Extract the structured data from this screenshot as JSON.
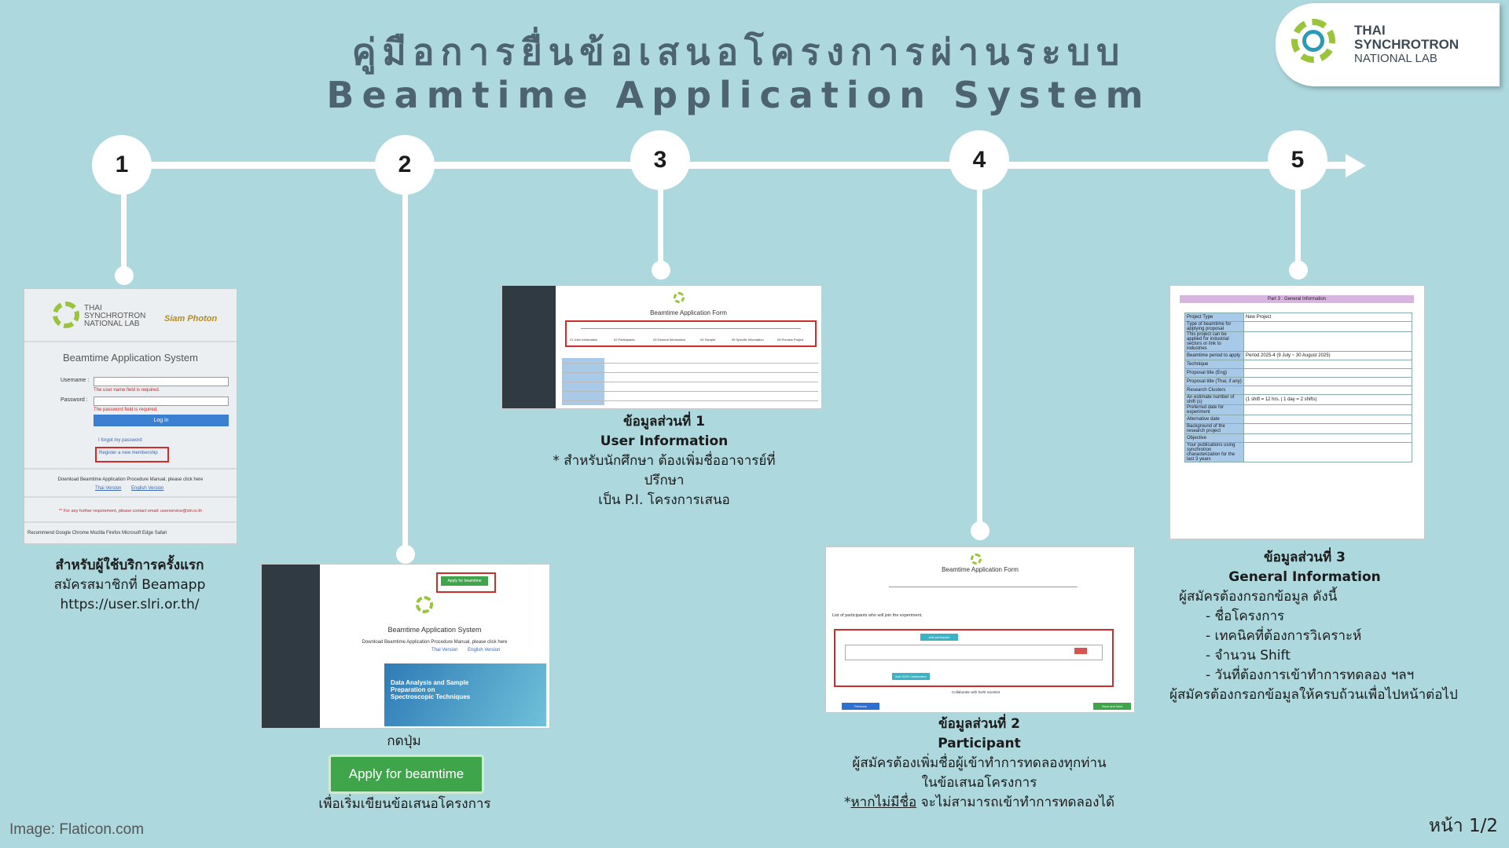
{
  "header": {
    "title_th": "คู่มือการยื่นข้อเสนอโครงการผ่านระบบ",
    "title_en": "Beamtime Application System"
  },
  "logo": {
    "line1": "THAI",
    "line2": "SYNCHROTRON",
    "line3": "NATIONAL LAB",
    "icon": "synchrotron-ring-logo"
  },
  "timeline": {
    "steps": [
      "1",
      "2",
      "3",
      "4",
      "5"
    ]
  },
  "step1": {
    "screenshot": {
      "brand": "THAI SYNCHROTRON NATIONAL LAB",
      "partner": "Siam Photon",
      "title": "Beamtime Application System",
      "username_label": "Username :",
      "password_label": "Password :",
      "username_error": "The user name field is required.",
      "password_error": "The password field is required.",
      "login_button": "Log in",
      "forgot_link": "I forgot my password",
      "register_link": "Register a new membership",
      "download_text": "Download Beamtime Application Procedure Manual, please click here",
      "thai_version": "Thai Version",
      "english_version": "English Version",
      "contact_text": "** For any further requirement, please contact email: userservice@slri.or.th",
      "browsers": "Recommend  Google Chrome  Mozilla Firefox  Microsoft Edge  Safari"
    },
    "caption_bold": "สำหรับผู้ใช้บริการครั้งแรก",
    "caption_line2": "สมัครสมาชิกที่ Beamapp",
    "caption_line3": "https://user.slri.or.th/"
  },
  "step2": {
    "screenshot": {
      "apply_button": "Apply for beamtime",
      "title": "Beamtime Application System",
      "download_text": "Download Beamtime Application Procedure Manual, please click here",
      "thai_version": "Thai Version",
      "english_version": "English Version",
      "banner_text": "Data Analysis and Sample Preparation on Spectroscopic Techniques"
    },
    "caption_top": "กดปุ่ม",
    "button_label": "Apply for beamtime",
    "caption_bottom": "เพื่อเริ่มเขียนข้อเสนอโครงการ"
  },
  "step3": {
    "screenshot": {
      "title": "Beamtime Application Form",
      "steps": [
        "01 User Information",
        "02 Participants",
        "03 General Information",
        "04 Sample",
        "05 Specific Information",
        "06 Preview Project"
      ]
    },
    "caption_bold1": "ข้อมูลส่วนที่ 1",
    "caption_bold2": "User Information",
    "caption_line3": "* สำหรับนักศึกษา ต้องเพิ่มชื่ออาจารย์ที่ปรึกษา",
    "caption_line4": "เป็น P.I. โครงการเสนอ"
  },
  "step4": {
    "screenshot": {
      "title": "Beamtime Application Form",
      "list_text": "List of participants who will join the experiment.",
      "add_participant": "Add participant",
      "collab_button": "Add SLRI Collaborator",
      "collab_text": "Collaborate with SLRI scientist",
      "previous": "Previous",
      "save_next": "Save and Next"
    },
    "caption_bold1": "ข้อมูลส่วนที่ 2",
    "caption_bold2": "Participant",
    "caption_line3": "ผู้สมัครต้องเพิ่มชื่อผู้เข้าทำการทดลองทุกท่าน",
    "caption_line4": "ในข้อเสนอโครงการ",
    "caption_line5_prefix": "*",
    "caption_line5_underline": "หากไม่มีชื่อ",
    "caption_line5_rest": " จะไม่สามารถเข้าทำการทดลองได้"
  },
  "step5": {
    "screenshot": {
      "header": "Part 3 : General Information",
      "rows": [
        {
          "label": "Project Type",
          "value": "New Project"
        },
        {
          "label": "Type of beamtime for applying proposal",
          "value": ""
        },
        {
          "label": "This project can be applied for industrial sectors or link to industries",
          "value": ""
        },
        {
          "label": "Beamtime period to apply",
          "value": "Period 2025-4 (9 July ~ 30 August 2025)"
        },
        {
          "label": "Technique",
          "value": ""
        },
        {
          "label": "Proposal title (Eng)",
          "value": ""
        },
        {
          "label": "Proposal title (Thai, if any)",
          "value": ""
        },
        {
          "label": "Research Clusters",
          "value": ""
        },
        {
          "label": "An estimate number of shift (s)",
          "value": "(1 shift = 12 hrs. | 1 day = 2 shifts)"
        },
        {
          "label": "Preferred date for experiment",
          "value": ""
        },
        {
          "label": "Alternative date",
          "value": ""
        },
        {
          "label": "Background of the research project",
          "value": ""
        },
        {
          "label": "Objective",
          "value": ""
        },
        {
          "label": "Your publications using synchrotron characterization for the last 3 years",
          "value": ""
        }
      ]
    },
    "caption_bold1": "ข้อมูลส่วนที่ 3",
    "caption_bold2": "General Information",
    "caption_line3": "ผู้สมัครต้องกรอกข้อมูล ดังนี้",
    "bullets": [
      "- ชื่อโครงการ",
      "- เทคนิคที่ต้องการวิเคราะห์",
      "- จำนวน Shift",
      "- วันที่ต้องการเข้าทำการทดลอง ฯลฯ"
    ],
    "caption_last": "ผู้สมัครต้องกรอกข้อมูลให้ครบถ้วนเพื่อไปหน้าต่อไป"
  },
  "footer": {
    "credit": "Image: Flaticon.com",
    "page": "หน้า 1/2"
  }
}
